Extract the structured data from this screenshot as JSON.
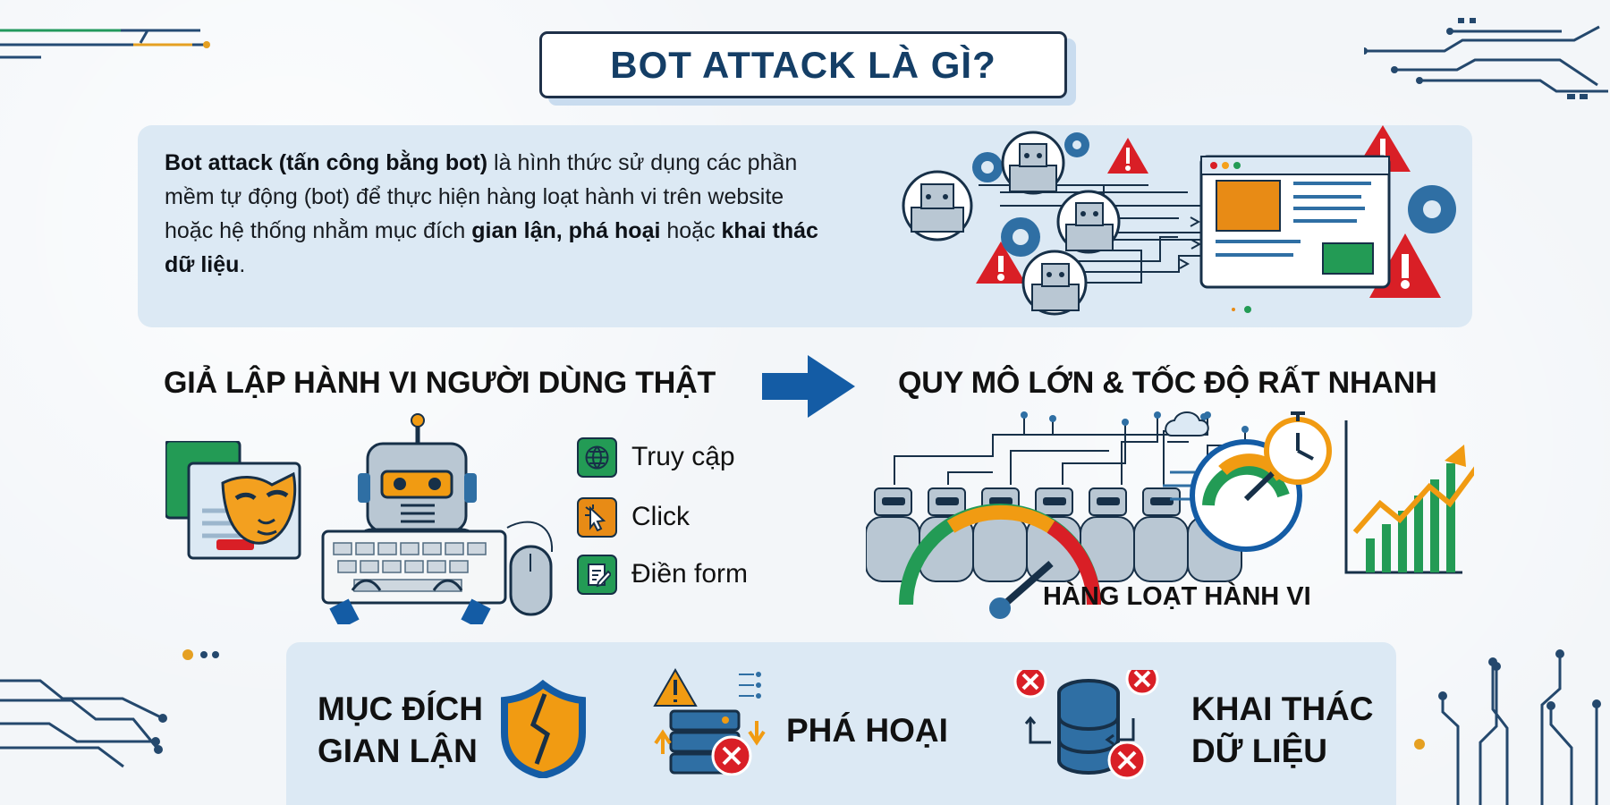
{
  "title": "BOT ATTACK LÀ GÌ?",
  "intro": {
    "lead": "Bot attack (tấn công bằng bot)",
    "body_1": " là hình thức sử dụng các phần mềm tự động (bot) để thực hiện hàng loạt hành vi trên website hoặc hệ thống nhằm mục đích ",
    "highlight_1": "gian lận, phá hoại",
    "body_2": " hoặc ",
    "highlight_2": "khai thác dữ liệu",
    "body_3": "."
  },
  "sections": {
    "simulation": "GIẢ LẬP HÀNH VI NGƯỜI DÙNG THẬT",
    "scale": "QUY MÔ LỚN & TỐC ĐỘ RẤT NHANH"
  },
  "actions": [
    {
      "label": "Truy cập",
      "icon": "globe-icon"
    },
    {
      "label": "Click",
      "icon": "cursor-click-icon"
    },
    {
      "label": "Điền form",
      "icon": "form-edit-icon"
    }
  ],
  "scale_caption": "HÀNG LOẠT HÀNH VI",
  "purposes": {
    "fraud": {
      "line_1": "MỤC ĐÍCH",
      "line_2": "GIAN LẬN",
      "icon": "broken-shield-icon"
    },
    "sabotage": {
      "label": "PHÁ HOẠI",
      "icon": "server-warning-icon"
    },
    "exploit": {
      "line_1": "KHAI THÁC",
      "line_2": "DỮ LIỆU",
      "icon": "database-error-icon"
    }
  },
  "colors": {
    "navy": "#163e65",
    "blue": "#145ca5",
    "panel": "#dce9f4",
    "orange": "#e38a13",
    "green": "#239b55",
    "red": "#d91f26",
    "robot_gray": "#b9c7d3"
  }
}
